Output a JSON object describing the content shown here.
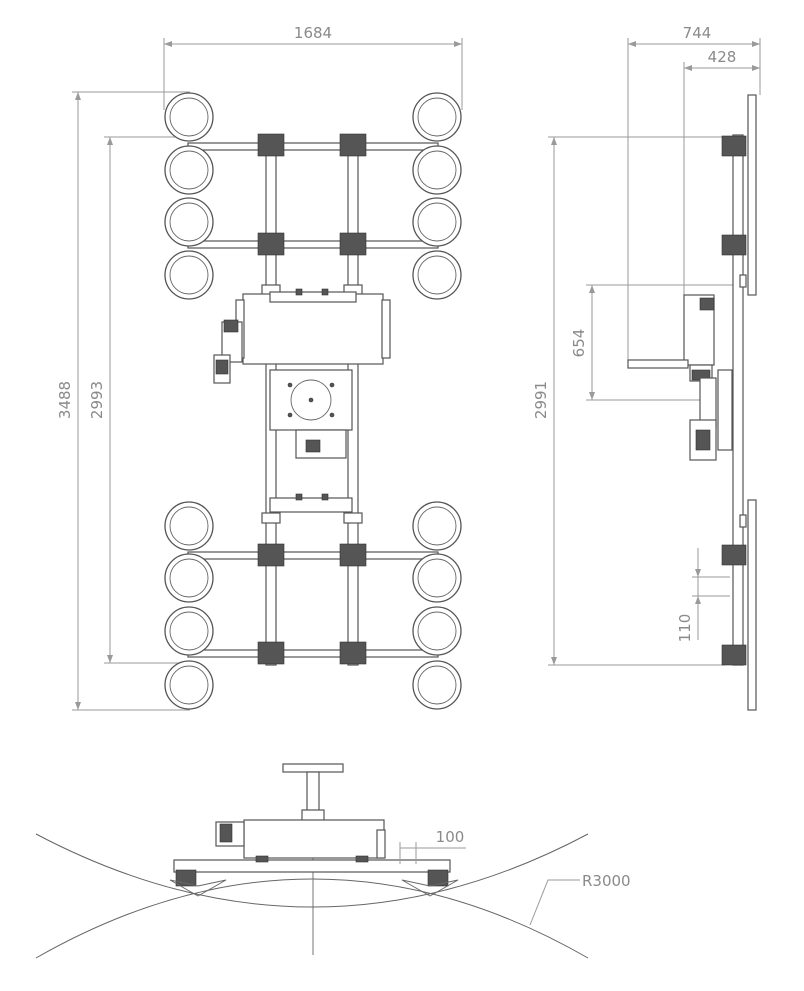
{
  "colors": {
    "line": "#555555",
    "dimension": "#9a9a9a",
    "text": "#8a8a8a",
    "background": "#ffffff"
  },
  "dimensions": {
    "top_width": "1684",
    "total_length": "3488",
    "inner_length": "2993",
    "side_height": "2991",
    "side_depth": "744",
    "side_inner_depth": "428",
    "mount_offset": "654",
    "cup_spacing": "110",
    "curve_offset": "100",
    "radius": "R3000"
  }
}
